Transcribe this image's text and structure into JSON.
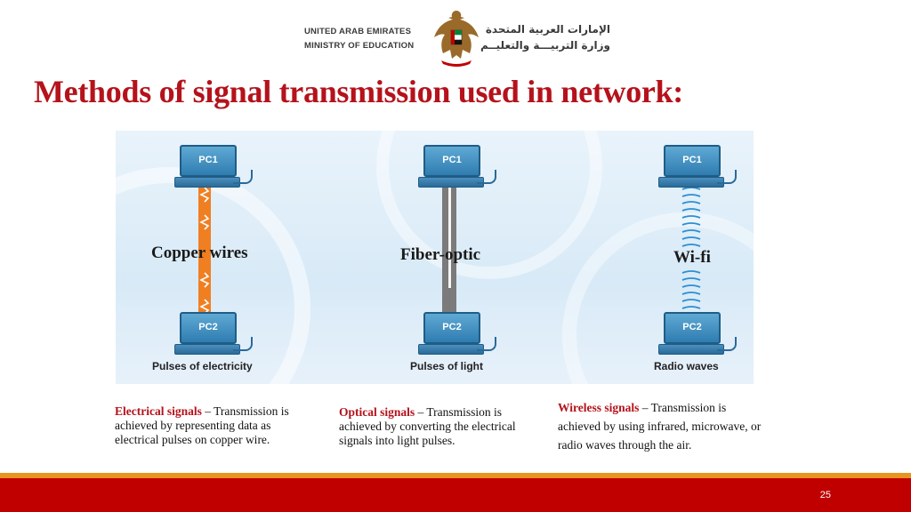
{
  "header": {
    "english_line1": "UNITED ARAB EMIRATES",
    "english_line2": "MINISTRY OF EDUCATION",
    "arabic_line1": "الإمارات العربية المتحدة",
    "arabic_line2": "وزارة التربيـــة والتعليــم",
    "emblem_icon": "falcon-emblem-icon"
  },
  "title": "Methods of signal transmission used in network:",
  "colors": {
    "title_red": "#b5121b",
    "footer_red": "#c00000",
    "footer_orange": "#e8941f",
    "copper": "#f07f22",
    "pc_blue": "#2f7cb0"
  },
  "diagram": {
    "columns": [
      {
        "top_pc": "PC1",
        "bottom_pc": "PC2",
        "medium": "Copper wires",
        "caption": "Pulses of electricity"
      },
      {
        "top_pc": "PC1",
        "bottom_pc": "PC2",
        "medium": "Fiber-optic",
        "caption": "Pulses of light"
      },
      {
        "top_pc": "PC1",
        "bottom_pc": "PC2",
        "medium": "Wi-fi",
        "caption": "Radio waves"
      }
    ]
  },
  "descriptions": [
    {
      "term": "Electrical signals",
      "text": " – Transmission is achieved by representing data as electrical pulses on copper wire."
    },
    {
      "term": "Optical signals",
      "text": " – Transmission is achieved by converting the electrical signals into light pulses."
    },
    {
      "term": "Wireless signals",
      "text": " – Transmission is achieved by using infrared, microwave, or radio waves through the air."
    }
  ],
  "footer": {
    "page_number": "25"
  }
}
